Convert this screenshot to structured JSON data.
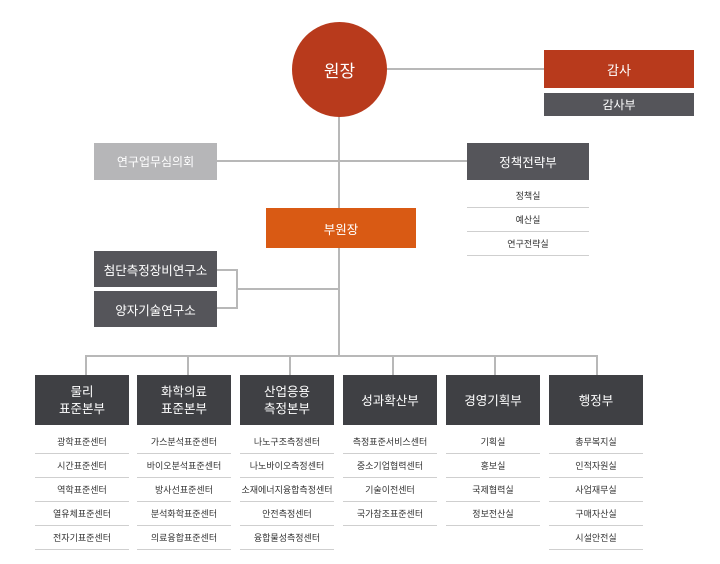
{
  "director": "원장",
  "auditor": "감사",
  "audit_dept": "감사부",
  "research_council": "연구업무심의회",
  "policy_dept": {
    "label": "정책전략부",
    "items": [
      "정책실",
      "예산실",
      "연구전략실"
    ]
  },
  "vice_director": "부원장",
  "institutes": [
    "첨단측정장비연구소",
    "양자기술연구소"
  ],
  "divisions": [
    {
      "label": [
        "물리",
        "표준본부"
      ],
      "items": [
        "광학표준센터",
        "시간표준센터",
        "역학표준센터",
        "열유체표준센터",
        "전자기표준센터"
      ]
    },
    {
      "label": [
        "화학의료",
        "표준본부"
      ],
      "items": [
        "가스분석표준센터",
        "바이오분석표준센터",
        "방사선표준센터",
        "분석화학표준센터",
        "의료융합표준센터"
      ]
    },
    {
      "label": [
        "산업응용",
        "측정본부"
      ],
      "items": [
        "나노구조측정센터",
        "나노바이오측정센터",
        "소재에너지융합측정센터",
        "안전측정센터",
        "융합물성측정센터"
      ]
    },
    {
      "label": [
        "성과확산부"
      ],
      "items": [
        "측정표준서비스센터",
        "중소기업협력센터",
        "기술이전센터",
        "국가참조표준센터"
      ]
    },
    {
      "label": [
        "경영기획부"
      ],
      "items": [
        "기획실",
        "홍보실",
        "국제협력실",
        "정보전산실"
      ]
    },
    {
      "label": [
        "행정부"
      ],
      "items": [
        "총무복지실",
        "인적자원실",
        "사업재무실",
        "구매자산실",
        "시설안전실"
      ]
    }
  ],
  "colors": {
    "director_red": "#b83a1c",
    "vice_orange": "#d95a14",
    "dark_box": "#55555a",
    "division_head": "#3f4044",
    "light_box": "#b6b6b8",
    "connector": "#b8b8b8"
  }
}
